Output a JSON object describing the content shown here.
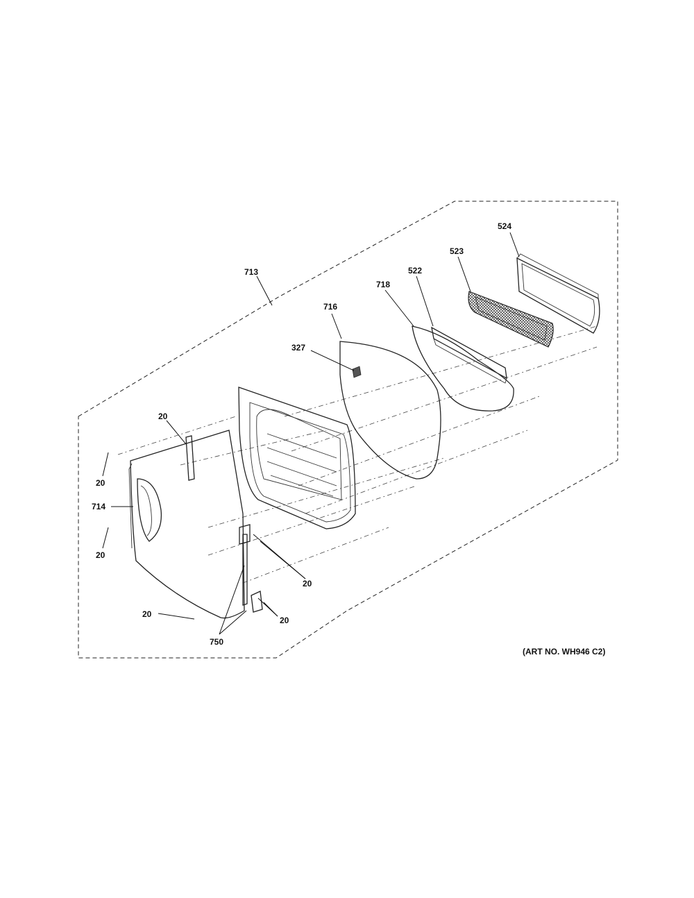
{
  "diagram": {
    "art_number": "(ART NO. WH946 C2)",
    "callouts": [
      {
        "id": "713",
        "label": "713"
      },
      {
        "id": "716",
        "label": "716"
      },
      {
        "id": "718",
        "label": "718"
      },
      {
        "id": "522",
        "label": "522"
      },
      {
        "id": "523",
        "label": "523"
      },
      {
        "id": "524",
        "label": "524"
      },
      {
        "id": "327",
        "label": "327"
      },
      {
        "id": "20a",
        "label": "20"
      },
      {
        "id": "20b",
        "label": "20"
      },
      {
        "id": "714",
        "label": "714"
      },
      {
        "id": "20c",
        "label": "20"
      },
      {
        "id": "20d",
        "label": "20"
      },
      {
        "id": "20e",
        "label": "20"
      },
      {
        "id": "20f",
        "label": "20"
      },
      {
        "id": "750",
        "label": "750"
      }
    ]
  }
}
